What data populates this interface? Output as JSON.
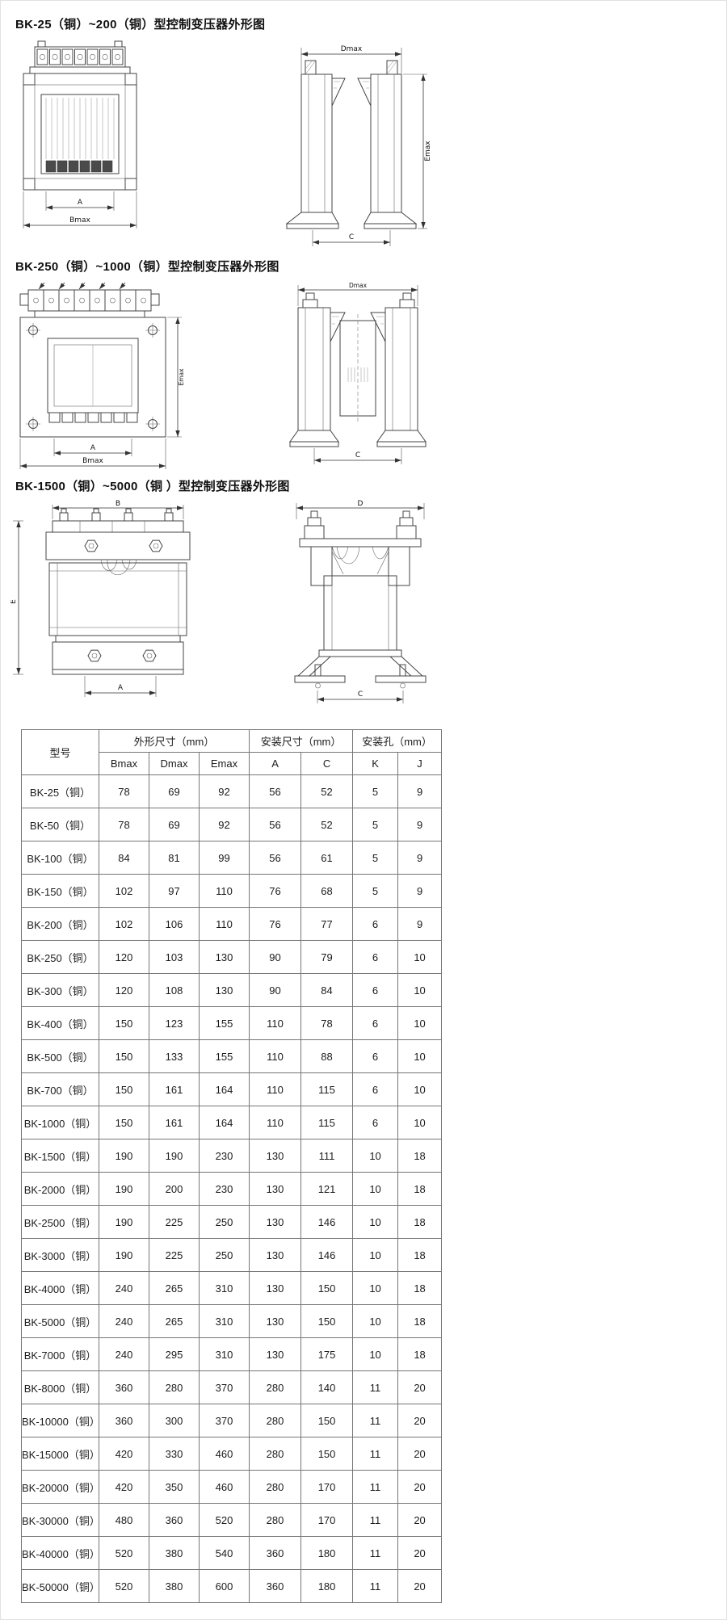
{
  "sections": [
    {
      "heading": "BK-25（铜）~200（铜）型控制变压器外形图",
      "dims": {
        "A": "A",
        "Bmax": "Bmax",
        "Dmax": "Dmax",
        "Emax": "Emax",
        "C": "C"
      }
    },
    {
      "heading": "BK-250（铜）~1000（铜）型控制变压器外形图",
      "dims": {
        "A": "A",
        "Bmax": "Bmax",
        "Dmax": "Dmax",
        "Emax": "Emax",
        "C": "C"
      }
    },
    {
      "heading": "BK-1500（铜）~5000（铜 ）型控制变压器外形图",
      "dims": {
        "A": "A",
        "B": "B",
        "D": "D",
        "E": "E",
        "C": "C"
      }
    }
  ],
  "table": {
    "col_model": "型号",
    "group_outline": "外形尺寸（mm）",
    "group_mounting": "安装尺寸（mm）",
    "group_holes": "安装孔（mm）",
    "columns": [
      "Bmax",
      "Dmax",
      "Emax",
      "A",
      "C",
      "K",
      "J"
    ],
    "rows": [
      [
        "BK-25（铜）",
        "78",
        "69",
        "92",
        "56",
        "52",
        "5",
        "9"
      ],
      [
        "BK-50（铜）",
        "78",
        "69",
        "92",
        "56",
        "52",
        "5",
        "9"
      ],
      [
        "BK-100（铜）",
        "84",
        "81",
        "99",
        "56",
        "61",
        "5",
        "9"
      ],
      [
        "BK-150（铜）",
        "102",
        "97",
        "110",
        "76",
        "68",
        "5",
        "9"
      ],
      [
        "BK-200（铜）",
        "102",
        "106",
        "110",
        "76",
        "77",
        "6",
        "9"
      ],
      [
        "BK-250（铜）",
        "120",
        "103",
        "130",
        "90",
        "79",
        "6",
        "10"
      ],
      [
        "BK-300（铜）",
        "120",
        "108",
        "130",
        "90",
        "84",
        "6",
        "10"
      ],
      [
        "BK-400（铜）",
        "150",
        "123",
        "155",
        "110",
        "78",
        "6",
        "10"
      ],
      [
        "BK-500（铜）",
        "150",
        "133",
        "155",
        "110",
        "88",
        "6",
        "10"
      ],
      [
        "BK-700（铜）",
        "150",
        "161",
        "164",
        "110",
        "115",
        "6",
        "10"
      ],
      [
        "BK-1000（铜）",
        "150",
        "161",
        "164",
        "110",
        "115",
        "6",
        "10"
      ],
      [
        "BK-1500（铜）",
        "190",
        "190",
        "230",
        "130",
        "111",
        "10",
        "18"
      ],
      [
        "BK-2000（铜）",
        "190",
        "200",
        "230",
        "130",
        "121",
        "10",
        "18"
      ],
      [
        "BK-2500（铜）",
        "190",
        "225",
        "250",
        "130",
        "146",
        "10",
        "18"
      ],
      [
        "BK-3000（铜）",
        "190",
        "225",
        "250",
        "130",
        "146",
        "10",
        "18"
      ],
      [
        "BK-4000（铜）",
        "240",
        "265",
        "310",
        "130",
        "150",
        "10",
        "18"
      ],
      [
        "BK-5000（铜）",
        "240",
        "265",
        "310",
        "130",
        "150",
        "10",
        "18"
      ],
      [
        "BK-7000（铜）",
        "240",
        "295",
        "310",
        "130",
        "175",
        "10",
        "18"
      ],
      [
        "BK-8000（铜）",
        "360",
        "280",
        "370",
        "280",
        "140",
        "11",
        "20"
      ],
      [
        "BK-10000（铜）",
        "360",
        "300",
        "370",
        "280",
        "150",
        "11",
        "20"
      ],
      [
        "BK-15000（铜）",
        "420",
        "330",
        "460",
        "280",
        "150",
        "11",
        "20"
      ],
      [
        "BK-20000（铜）",
        "420",
        "350",
        "460",
        "280",
        "170",
        "11",
        "20"
      ],
      [
        "BK-30000（铜）",
        "480",
        "360",
        "520",
        "280",
        "170",
        "11",
        "20"
      ],
      [
        "BK-40000（铜）",
        "520",
        "380",
        "540",
        "360",
        "180",
        "11",
        "20"
      ],
      [
        "BK-50000（铜）",
        "520",
        "380",
        "600",
        "360",
        "180",
        "11",
        "20"
      ]
    ]
  }
}
